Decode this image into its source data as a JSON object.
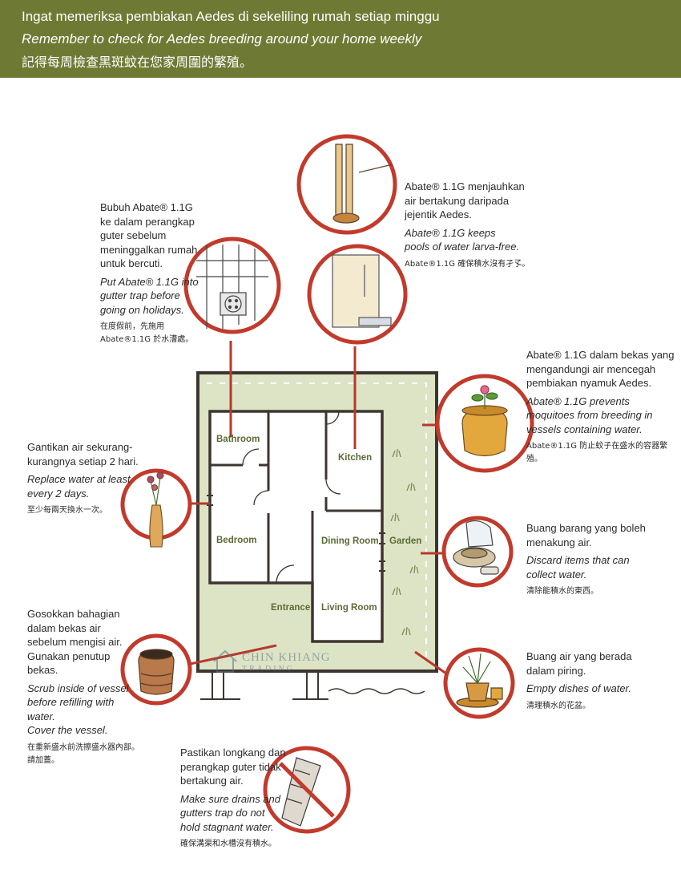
{
  "header": {
    "line_ms": "Ingat memeriksa pembiakan Aedes di sekeliling rumah setiap minggu",
    "line_en": "Remember to check for Aedes breeding around your home weekly",
    "line_zh": "記得每周檢查黑斑蚊在您家周圍的繁殖。"
  },
  "rooms": {
    "bathroom": "Bathroom",
    "kitchen": "Kitchen",
    "bedroom": "Bedroom",
    "dining_room": "Dining Room",
    "garden": "Garden",
    "entrance": "Entrance",
    "living_room": "Living Room"
  },
  "callouts": {
    "gutter_trap": {
      "ms": "Bubuh Abate® 1.1G\nke dalam perangkap\nguter sebelum\nmeninggalkan rumah\nuntuk bercuti.",
      "en": "Put Abate® 1.1G into\ngutter trap before\ngoing on holidays.",
      "zh": "在度假前，先施用\nAbate®1.1G 於水漕處。",
      "icon": "gutter-trap-icon"
    },
    "water_pools": {
      "ms": "Abate® 1.1G menjauhkan\nair bertakung daripada\njejentik Aedes.",
      "en": "Abate® 1.1G keeps\npools of water larva-free.",
      "zh": "Abate®1.1G 確保積水沒有孑孓。",
      "icon": "fridge-tray-icon"
    },
    "vessels": {
      "ms": "Abate® 1.1G dalam bekas yang\nmengandungi air mencegah\npembiakan nyamuk Aedes.",
      "en": "Abate® 1.1G prevents\nmoquitoes from breeding in\nvessels containing water.",
      "zh": "Abate®1.1G 防止蚊子在盛水的容器繁殖。",
      "icon": "plant-pot-icon"
    },
    "replace_water": {
      "ms": "Gantikan air sekurang-\nkurangnya setiap 2 hari.",
      "en": "Replace water at least\nevery 2 days.",
      "zh": "至少每兩天換水一次。",
      "icon": "flower-vase-icon"
    },
    "discard_items": {
      "ms": "Buang barang yang boleh\nmenakung air.",
      "en": "Discard items that can\ncollect water.",
      "zh": "清除能積水的東西。",
      "icon": "discarded-items-icon"
    },
    "scrub_vessel": {
      "ms": "Gosokkan bahagian\ndalam bekas air\nsebelum mengisi air.\nGunakan penutup\nbekas.",
      "en": "Scrub inside of vessel\nbefore refilling with\nwater.\nCover the vessel.",
      "zh": "在重新盛水前洗擦盛水器內部。\n請加蓋。",
      "icon": "water-jar-icon"
    },
    "empty_dishes": {
      "ms": "Buang air yang berada\ndalam piring.",
      "en": "Empty dishes of water.",
      "zh": "清理積水的花盆。",
      "icon": "potted-plant-dish-icon"
    },
    "drains": {
      "ms": "Pastikan longkang dan\nperangkap guter tidak\nbertakung air.",
      "en": "Make sure drains and\ngutters trap do not\nhold stagnant water.",
      "zh": "確保溝渠和水槽沒有積水。",
      "icon": "drain-prohibited-icon"
    }
  },
  "watermark": {
    "name": "CHIN KHIANG",
    "sub": "TRADING"
  },
  "colors": {
    "banner": "#6e7a34",
    "callout_ring": "#c23a2c",
    "wall": "#3d3530",
    "yard": "#dde4c6",
    "room_label": "#5a6b34"
  }
}
